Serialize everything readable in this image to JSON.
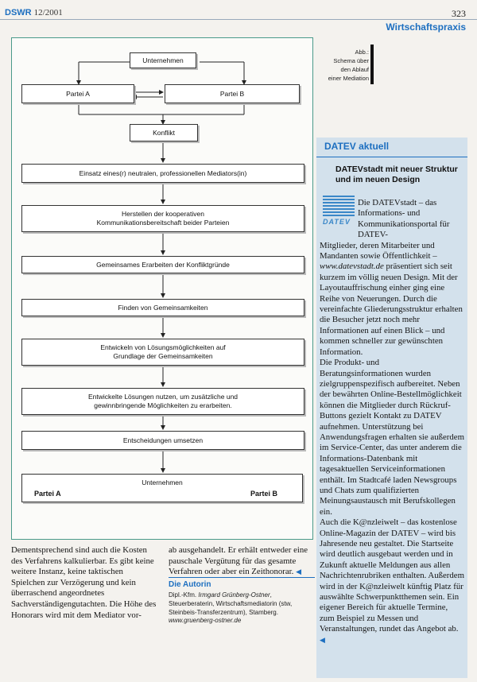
{
  "header": {
    "journal": "DSWR",
    "issue": "12/2001",
    "page": "323",
    "section": "Wirtschaftspraxis"
  },
  "caption": {
    "lines": [
      "Abb.:",
      "Schema über",
      "den Ablauf",
      "einer Mediation"
    ]
  },
  "diagram": {
    "nodes": {
      "unternehmen_top": "Unternehmen",
      "partei_a": "Partei A",
      "partei_b": "Partei B",
      "konflikt": "Konflikt",
      "mediator": "Einsatz eines(r) neutralen, professionellen Mediators(in)",
      "kommunikation_l1": "Herstellen der kooperativen",
      "kommunikation_l2": "Kommunikationsbereitschaft beider Parteien",
      "gruende": "Gemeinsames Erarbeiten der Konfliktgründe",
      "gemeinsamkeiten": "Finden von Gemeinsamkeiten",
      "loesungen_l1": "Entwickeln von Lösungsmöglichkeiten auf",
      "loesungen_l2": "Grundlage der Gemeinsamkeiten",
      "nutzen_l1": "Entwickelte Lösungen nutzen, um zusätzliche und",
      "nutzen_l2": "gewinnbringende Möglichkeiten zu erarbeiten.",
      "umsetzen": "Entscheidungen umsetzen",
      "unternehmen_bottom": "Unternehmen",
      "bottom_partei_a": "Partei A",
      "bottom_partei_b": "Partei B"
    }
  },
  "article": {
    "col1": "Dementsprechend sind auch die Kosten des Verfahrens kalkulierbar. Es gibt keine weitere Instanz, keine taktischen Spielchen zur Verzögerung und kein überraschend angeordnetes Sachverständigengutachten. Die Höhe des Honorars wird mit dem Mediator vor-",
    "col2": "ab ausgehandelt. Er erhält entweder eine pauschale Vergütung für das gesamte Verfahren oder aber ein Zeithonorar.",
    "end_marker": "◀"
  },
  "author": {
    "title": "Die Autorin",
    "line1_prefix": "Dipl.-Kfm.",
    "name": "Irmgard Grünberg-Ostner",
    "line1_suffix": ", Steuerberaterin, Wirtschaftsmediatorin (stw, Steinbeis-Transferzentrum), Stamberg.",
    "url": "www.gruenberg-ostner.de"
  },
  "sidebar": {
    "heading": "DATEV aktuell",
    "title": "DATEVstadt mit neuer Struktur und im neuen Design",
    "logo_word": "DATEV",
    "p1_lead": "Die DATEVstadt – das Informations- und Kommunikationsportal für DATEV-",
    "p1_a": "Mitglieder, deren Mitarbeiter und Mandanten sowie Öffentlichkeit –",
    "p1_url": "www.datevstadt.de",
    "p1_b": "präsentiert sich seit kurzem im völlig neuen Design. Mit der Layoutauffrischung einher ging eine Reihe von Neuerungen. Durch die vereinfachte Gliederungsstruktur erhalten die Besucher jetzt noch mehr Informationen auf einen Blick – und kommen schneller zur gewünschten Information.",
    "p2": "Die Produkt- und Beratungsinformationen wurden zielgruppenspezifisch aufbereitet. Neben der bewährten Online-Bestellmöglichkeit können die Mitglieder durch Rückruf-Buttons gezielt Kontakt zu DATEV aufnehmen. Unterstützung bei Anwendungsfragen erhalten sie außerdem im Service-Center, das unter anderem die Informations-Datenbank mit tagesaktuellen Serviceinformationen enthält. Im Stadtcafé laden Newsgroups und Chats zum qualifizierten Meinungsaustausch mit Berufskollegen ein.",
    "p3": "Auch die K@nzleiwelt – das kostenlose Online-Magazin der DATEV – wird bis Jahresende neu gestaltet. Die Startseite wird deutlich ausgebaut werden und in Zukunft aktuelle Meldungen aus allen Nachrichtenrubriken enthalten. Außerdem wird in der K@nzleiwelt künftig Platz für auswählte Schwerpunktthemen sein. Ein eigener Bereich für aktuelle Termine, zum Beispiel zu Messen und Veranstaltungen, rundet das Angebot ab.",
    "end_marker": "◀"
  }
}
